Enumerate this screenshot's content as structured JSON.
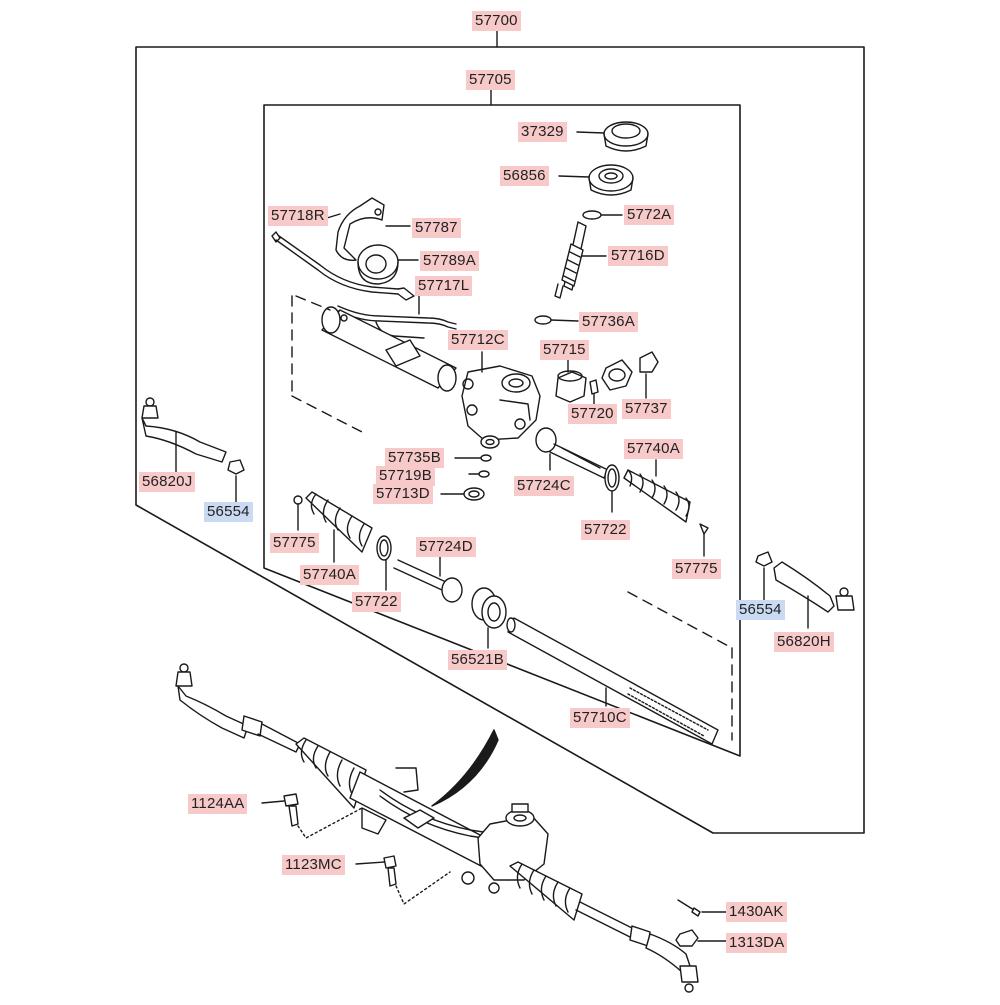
{
  "colors": {
    "label_red": "#f7c9c9",
    "label_blue": "#c9daf2",
    "line": "#1a1a1a"
  },
  "labels": {
    "p57700": "57700",
    "p57705": "57705",
    "p37329": "37329",
    "p56856": "56856",
    "p5772A": "5772A",
    "p57716D": "57716D",
    "p57718R": "57718R",
    "p57787": "57787",
    "p57789A": "57789A",
    "p57717L": "57717L",
    "p57736A": "57736A",
    "p57712C": "57712C",
    "p57715": "57715",
    "p57720": "57720",
    "p57737": "57737",
    "p57735B": "57735B",
    "p57719B": "57719B",
    "p57713D": "57713D",
    "p57724C": "57724C",
    "p57740A_r": "57740A",
    "p57722_r": "57722",
    "p57775_r": "57775",
    "p57775_l": "57775",
    "p57740A_l": "57740A",
    "p57722_l": "57722",
    "p57724D": "57724D",
    "p56521B": "56521B",
    "p57710C": "57710C",
    "p56820J": "56820J",
    "p56554_l": "56554",
    "p56554_r": "56554",
    "p56820H": "56820H",
    "p1124AA": "1124AA",
    "p1123MC": "1123MC",
    "p1430AK": "1430AK",
    "p1313DA": "1313DA"
  }
}
